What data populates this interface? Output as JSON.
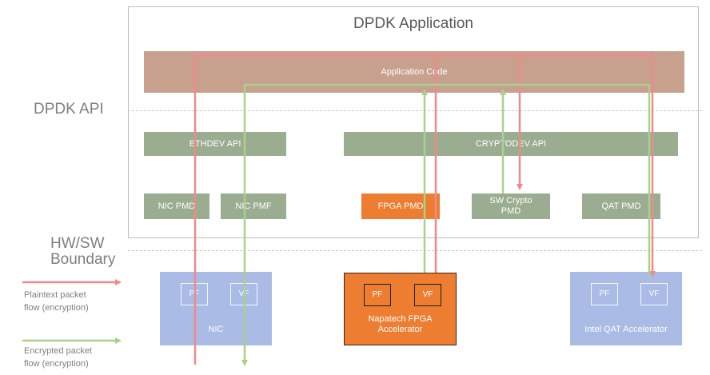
{
  "app": {
    "title": "DPDK Application",
    "code_label": "Application Code"
  },
  "layers": {
    "dpdk_api": "DPDK API",
    "hwsw_line1": "HW/SW",
    "hwsw_line2": "Boundary"
  },
  "apis": {
    "ethdev": "ETHDEV API",
    "cryptodev": "CRYPTODEV API"
  },
  "pmds": {
    "nic1": "NIC PMD",
    "nic2": "NIC PMF",
    "fpga": "FPGA PMD",
    "sw_crypto_line1": "SW Crypto",
    "sw_crypto_line2": "PMD",
    "qat": "QAT PMD"
  },
  "hardware": {
    "nic": {
      "label": "NIC",
      "pf": "PF",
      "vf": "VF"
    },
    "fpga": {
      "label_line1": "Napatech FPGA",
      "label_line2": "Accelerator",
      "pf": "PF",
      "vf": "VF"
    },
    "qat": {
      "label": "Intel QAT Accelerator",
      "pf": "PF",
      "vf": "VF"
    }
  },
  "legend": {
    "plaintext_line1": "Plaintext packet",
    "plaintext_line2": "flow (encryption)",
    "encrypted_line1": "Encrypted packet",
    "encrypted_line2": "flow (encryption)"
  },
  "colors": {
    "plaintext_flow": "#f08a8a",
    "encrypted_flow": "#a9d18e",
    "api_bar": "#9aad91",
    "app_code_bar": "#c8a08e",
    "fpga": "#ed7d31",
    "hw_card": "#aabbe6"
  }
}
